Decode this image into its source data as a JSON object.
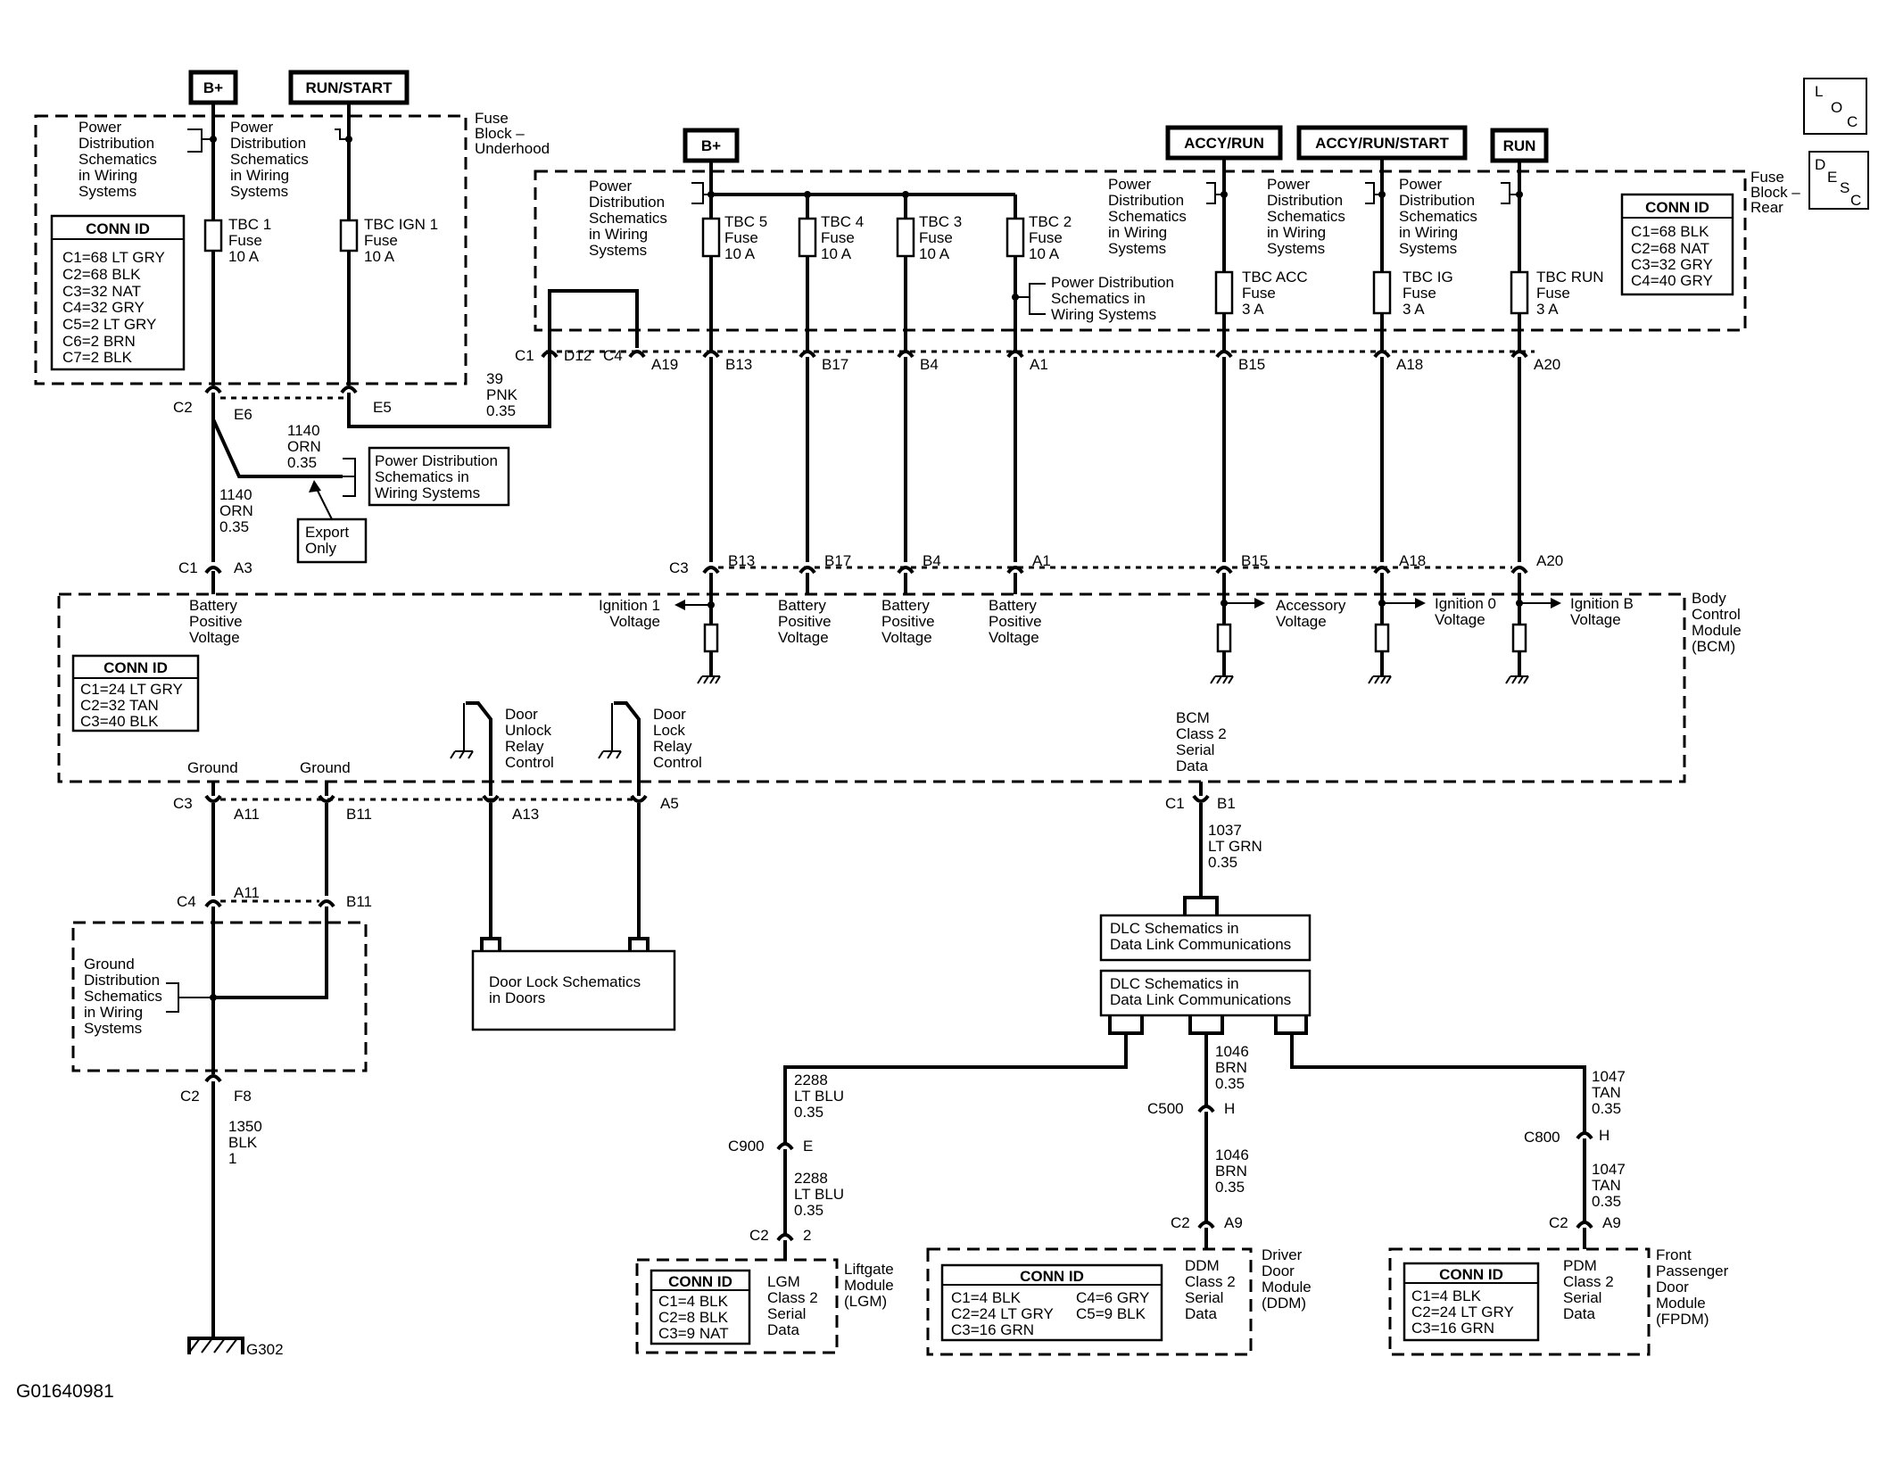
{
  "figure_id": "G01640981",
  "loc_badge": [
    "L",
    "O",
    "C"
  ],
  "desc_badge": [
    "D",
    "E",
    "S",
    "C"
  ],
  "power_sources": [
    "B+",
    "RUN/START",
    "B+",
    "ACCY/RUN",
    "ACCY/RUN/START",
    "RUN"
  ],
  "fuse_block_underhood": {
    "label": [
      "Fuse",
      "Block –",
      "Underhood"
    ],
    "conn_title": "CONN ID",
    "conn_rows": [
      "C1=68 LT GRY",
      "C2=68 BLK",
      "C3=32 NAT",
      "C4=32 GRY",
      "C5=2 LT GRY",
      "C6=2 BRN",
      "C7=2 BLK"
    ]
  },
  "fuse_block_rear": {
    "label": [
      "Fuse",
      "Block –",
      "Rear"
    ],
    "conn_title": "CONN ID",
    "conn_rows": [
      "C1=68 BLK",
      "C2=68 NAT",
      "C3=32 GRY",
      "C4=40 GRY"
    ]
  },
  "pd_ref": [
    "Power",
    "Distribution",
    "Schematics",
    "in Wiring",
    "Systems"
  ],
  "pd_ref_short": [
    "Power Distribution",
    "Schematics in",
    "Wiring Systems"
  ],
  "fuses": [
    {
      "name": "TBC 1",
      "lines": [
        "TBC 1",
        "Fuse",
        "10 A"
      ]
    },
    {
      "name": "TBC IGN 1",
      "lines": [
        "TBC IGN 1",
        "Fuse",
        "10 A"
      ]
    },
    {
      "name": "TBC 5",
      "lines": [
        "TBC 5",
        "Fuse",
        "10 A"
      ]
    },
    {
      "name": "TBC 4",
      "lines": [
        "TBC 4",
        "Fuse",
        "10 A"
      ]
    },
    {
      "name": "TBC 3",
      "lines": [
        "TBC 3",
        "Fuse",
        "10 A"
      ]
    },
    {
      "name": "TBC 2",
      "lines": [
        "TBC 2",
        "Fuse",
        "10 A"
      ]
    },
    {
      "name": "TBC ACC",
      "lines": [
        "TBC ACC",
        "Fuse",
        "3 A"
      ]
    },
    {
      "name": "TBC IG",
      "lines": [
        "TBC IG",
        "Fuse",
        "3 A"
      ]
    },
    {
      "name": "TBC RUN",
      "lines": [
        "TBC RUN",
        "Fuse",
        "3 A"
      ]
    }
  ],
  "wires": {
    "w39": [
      "39",
      "PNK",
      "0.35"
    ],
    "w1140": [
      "1140",
      "ORN",
      "0.35"
    ],
    "w1037": [
      "1037",
      "LT GRN",
      "0.35"
    ],
    "w2288": [
      "2288",
      "LT BLU",
      "0.35"
    ],
    "w1046": [
      "1046",
      "BRN",
      "0.35"
    ],
    "w1047": [
      "1047",
      "TAN",
      "0.35"
    ],
    "w1350": [
      "1350",
      "BLK",
      "1"
    ]
  },
  "export_only": [
    "Export",
    "Only"
  ],
  "bcm": {
    "label": [
      "Body",
      "Control",
      "Module",
      "(BCM)"
    ],
    "conn_title": "CONN ID",
    "conn_rows": [
      "C1=24 LT GRY",
      "C2=32 TAN",
      "C3=40 BLK"
    ],
    "battery_positive": [
      "Battery",
      "Positive",
      "Voltage"
    ],
    "ignition1": [
      "Ignition 1",
      "Voltage"
    ],
    "accessory": [
      "Accessory",
      "Voltage"
    ],
    "ignition0": [
      "Ignition 0",
      "Voltage"
    ],
    "ignitionB": [
      "Ignition B",
      "Voltage"
    ],
    "door_unlock": [
      "Door",
      "Unlock",
      "Relay",
      "Control"
    ],
    "door_lock": [
      "Door",
      "Lock",
      "Relay",
      "Control"
    ],
    "class2": [
      "BCM",
      "Class 2",
      "Serial",
      "Data"
    ],
    "ground": "Ground"
  },
  "ground_dist": [
    "Ground",
    "Distribution",
    "Schematics",
    "in Wiring",
    "Systems"
  ],
  "door_lock_ref": [
    "Door Lock Schematics",
    "in Doors"
  ],
  "dlc_ref": [
    "DLC Schematics in",
    "Data Link Communications"
  ],
  "ground_point": "G302",
  "lgm": {
    "conn_title": "CONN ID",
    "conn_rows": [
      "C1=4 BLK",
      "C2=8 BLK",
      "C3=9 NAT"
    ],
    "data": [
      "LGM",
      "Class 2",
      "Serial",
      "Data"
    ],
    "label": [
      "Liftgate",
      "Module",
      "(LGM)"
    ]
  },
  "ddm": {
    "conn_title": "CONN ID",
    "conn_rows": [
      "C1=4 BLK",
      "C2=24 LT GRY",
      "C3=16 GRN",
      "C4=6 GRY",
      "C5=9 BLK"
    ],
    "data": [
      "DDM",
      "Class 2",
      "Serial",
      "Data"
    ],
    "label": [
      "Driver",
      "Door",
      "Module",
      "(DDM)"
    ]
  },
  "fpdm": {
    "conn_title": "CONN ID",
    "conn_rows": [
      "C1=4 BLK",
      "C2=24 LT GRY",
      "C3=16 GRN"
    ],
    "data": [
      "PDM",
      "Class 2",
      "Serial",
      "Data"
    ],
    "label": [
      "Front",
      "Passenger",
      "Door",
      "Module",
      "(FPDM)"
    ]
  },
  "connectors": {
    "C1": "C1",
    "C2": "C2",
    "C3": "C3",
    "C4": "C4",
    "C500": "C500",
    "C800": "C800",
    "C900": "C900",
    "pins": {
      "E6": "E6",
      "E5": "E5",
      "D12": "D12",
      "A19": "A19",
      "B13": "B13",
      "B17": "B17",
      "B4": "B4",
      "A1": "A1",
      "B15": "B15",
      "A18": "A18",
      "A20": "A20",
      "A3": "A3",
      "A11": "A11",
      "B11": "B11",
      "A13": "A13",
      "A5": "A5",
      "B1": "B1",
      "F8": "F8",
      "E": "E",
      "H": "H",
      "p2": "2",
      "A9": "A9"
    }
  }
}
